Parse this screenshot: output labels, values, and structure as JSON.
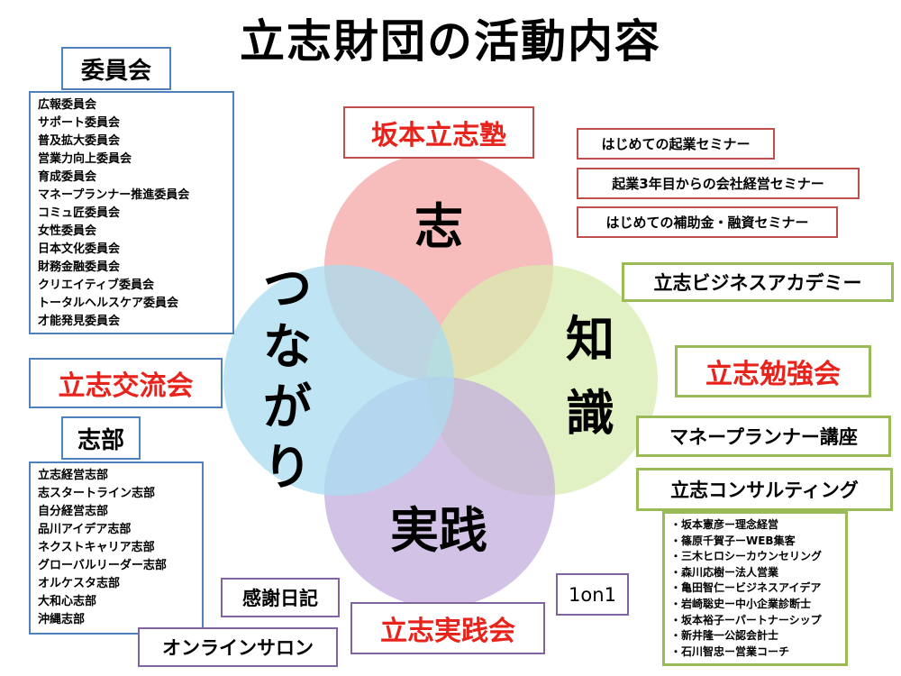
{
  "title": "立志財団の活動内容",
  "venn": {
    "top": "志",
    "right_line1": "知",
    "right_line2": "識",
    "bottom": "実践",
    "left_line1": "つ",
    "left_line2": "な",
    "left_line3": "が",
    "left_line4": "り",
    "colors": {
      "top": "#f4a7a7",
      "right": "#d8ecb0",
      "bottom": "#c3aede",
      "left": "#a9dcf0"
    }
  },
  "committees": {
    "heading": "委員会",
    "items": [
      "広報委員会",
      "サポート委員会",
      "普及拡大委員会",
      "営業力向上委員会",
      "育成委員会",
      "マネープランナー推進委員会",
      "コミュ匠委員会",
      "女性委員会",
      "日本文化委員会",
      "財務金融委員会",
      "クリエイティブ委員会",
      "トータルヘルスケア委員会",
      "才能発見委員会"
    ]
  },
  "exchange": "立志交流会",
  "branches": {
    "heading": "志部",
    "items": [
      "立志経営志部",
      "志スタートライン志部",
      "自分経営志部",
      "品川アイデア志部",
      "ネクストキャリア志部",
      "グローバルリーダー志部",
      "オルケスタ志部",
      "大和心志部",
      "沖縄志部"
    ]
  },
  "juku": "坂本立志塾",
  "seminars": [
    "はじめての起業セミナー",
    "起業3年目からの会社経営セミナー",
    "はじめての補助金・融資セミナー"
  ],
  "academy": "立志ビジネスアカデミー",
  "study": "立志勉強会",
  "money_course": "マネープランナー講座",
  "consulting": {
    "heading": "立志コンサルティング",
    "items": [
      "・坂本憲彦ー理念経営",
      "・篠原千賀子ーWEB集客",
      "・三木ヒロシーカウンセリング",
      "・森川応樹ー法人営業",
      "・亀田智仁ービジネスアイデア",
      "・岩崎聡史ー中小企業診断士",
      "・坂本裕子ーパートナーシップ",
      "・新井隆一公認会計士",
      "・石川智忠ー営業コーチ"
    ]
  },
  "practice": {
    "diary": "感謝日記",
    "online": "オンラインサロン",
    "meeting": "立志実践会",
    "oneonone": "1on1"
  }
}
